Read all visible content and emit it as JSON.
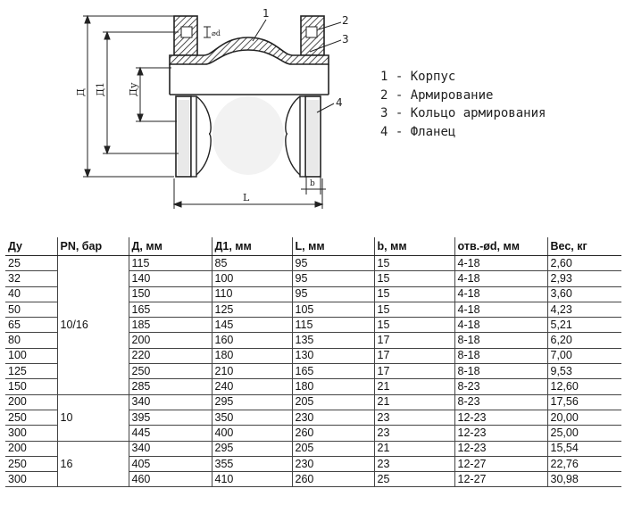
{
  "drawing": {
    "callouts": [
      "1",
      "2",
      "3",
      "4"
    ],
    "dim_labels": {
      "D": "Д",
      "D1": "Д1",
      "Dy": "Ду",
      "L": "L",
      "b": "b",
      "od": "⌀d"
    }
  },
  "legend": [
    {
      "num": "1",
      "text": "Корпус"
    },
    {
      "num": "2",
      "text": "Армирование"
    },
    {
      "num": "3",
      "text": "Кольцо армирования"
    },
    {
      "num": "4",
      "text": "Фланец"
    }
  ],
  "legend_sep": " - ",
  "table": {
    "headers": [
      "Ду",
      "PN, бар",
      "Д, мм",
      "Д1, мм",
      "L, мм",
      "b, мм",
      "отв.-ød, мм",
      "Вес, кг"
    ],
    "groups": [
      {
        "pn": "10/16",
        "rows": [
          [
            "25",
            "115",
            "85",
            "95",
            "15",
            "4-18",
            "2,60"
          ],
          [
            "32",
            "140",
            "100",
            "95",
            "15",
            "4-18",
            "2,93"
          ],
          [
            "40",
            "150",
            "110",
            "95",
            "15",
            "4-18",
            "3,60"
          ],
          [
            "50",
            "165",
            "125",
            "105",
            "15",
            "4-18",
            "4,23"
          ],
          [
            "65",
            "185",
            "145",
            "115",
            "15",
            "4-18",
            "5,21"
          ],
          [
            "80",
            "200",
            "160",
            "135",
            "17",
            "8-18",
            "6,20"
          ],
          [
            "100",
            "220",
            "180",
            "130",
            "17",
            "8-18",
            "7,00"
          ],
          [
            "125",
            "250",
            "210",
            "165",
            "17",
            "8-18",
            "9,53"
          ],
          [
            "150",
            "285",
            "240",
            "180",
            "21",
            "8-23",
            "12,60"
          ]
        ]
      },
      {
        "pn": "10",
        "rows": [
          [
            "200",
            "340",
            "295",
            "205",
            "21",
            "8-23",
            "17,56"
          ],
          [
            "250",
            "395",
            "350",
            "230",
            "23",
            "12-23",
            "20,00"
          ],
          [
            "300",
            "445",
            "400",
            "260",
            "23",
            "12-23",
            "25,00"
          ]
        ]
      },
      {
        "pn": "16",
        "rows": [
          [
            "200",
            "340",
            "295",
            "205",
            "21",
            "12-23",
            "15,54"
          ],
          [
            "250",
            "405",
            "355",
            "230",
            "23",
            "12-27",
            "22,76"
          ],
          [
            "300",
            "460",
            "410",
            "260",
            "25",
            "12-27",
            "30,98"
          ]
        ]
      }
    ]
  }
}
